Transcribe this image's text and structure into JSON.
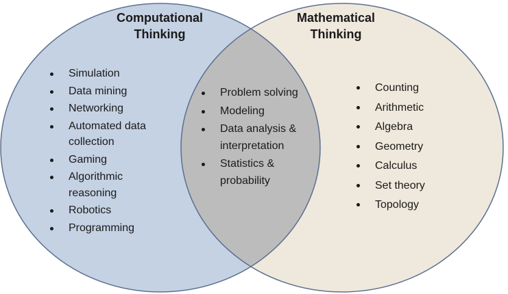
{
  "colors": {
    "left_circle_fill": "#c5d2e4",
    "right_circle_fill": "#efe8dc",
    "overlap_fill": "#bcbcbc",
    "circle_stroke": "#5b6f8e"
  },
  "left_set": {
    "title_line1": "Computational",
    "title_line2": "Thinking",
    "items": [
      "Simulation",
      "Data mining",
      "Networking",
      "Automated data collection",
      "Gaming",
      "Algorithmic reasoning",
      "Robotics",
      "Programming"
    ]
  },
  "right_set": {
    "title_line1": "Mathematical",
    "title_line2": "Thinking",
    "items": [
      "Counting",
      "Arithmetic",
      "Algebra",
      "Geometry",
      "Calculus",
      "Set theory",
      "Topology"
    ]
  },
  "intersection": {
    "items": [
      "Problem solving",
      "Modeling",
      "Data analysis & interpretation",
      "Statistics & probability"
    ]
  }
}
